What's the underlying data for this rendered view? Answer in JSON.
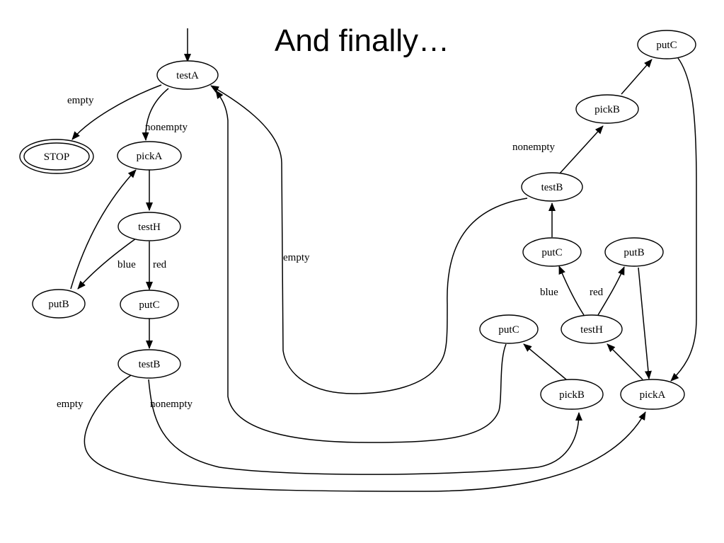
{
  "slide": {
    "title": "And finally…"
  },
  "diagram": {
    "nodes": [
      {
        "id": "testA_L",
        "label": "testA"
      },
      {
        "id": "stop",
        "label": "STOP",
        "shape": "doublecircle"
      },
      {
        "id": "pickA_L",
        "label": "pickA"
      },
      {
        "id": "testH_L",
        "label": "testH"
      },
      {
        "id": "putB_L",
        "label": "putB"
      },
      {
        "id": "putC_L",
        "label": "putC"
      },
      {
        "id": "testB_L",
        "label": "testB"
      },
      {
        "id": "putC_RT",
        "label": "putC"
      },
      {
        "id": "pickB_RT",
        "label": "pickB"
      },
      {
        "id": "testB_R",
        "label": "testB"
      },
      {
        "id": "putC_RM",
        "label": "putC"
      },
      {
        "id": "putB_R",
        "label": "putB"
      },
      {
        "id": "testH_R",
        "label": "testH"
      },
      {
        "id": "putC_RL",
        "label": "putC"
      },
      {
        "id": "pickB_RL",
        "label": "pickB"
      },
      {
        "id": "pickA_R",
        "label": "pickA"
      }
    ],
    "edges": [
      {
        "from": "start",
        "to": "testA_L",
        "label": ""
      },
      {
        "from": "testA_L",
        "to": "stop",
        "label": "empty"
      },
      {
        "from": "testA_L",
        "to": "pickA_L",
        "label": "nonempty"
      },
      {
        "from": "pickA_L",
        "to": "testH_L",
        "label": ""
      },
      {
        "from": "testH_L",
        "to": "putB_L",
        "label": "blue"
      },
      {
        "from": "testH_L",
        "to": "putC_L",
        "label": "red"
      },
      {
        "from": "putB_L",
        "to": "pickA_L",
        "label": ""
      },
      {
        "from": "putC_L",
        "to": "testB_L",
        "label": ""
      },
      {
        "from": "testB_L",
        "to": "pickA_R",
        "label": "empty"
      },
      {
        "from": "testB_L",
        "to": "pickB_RL",
        "label": "nonempty"
      },
      {
        "from": "testB_R",
        "to": "testA_L",
        "label": "empty"
      },
      {
        "from": "putC_RL",
        "to": "testA_L",
        "label": ""
      },
      {
        "from": "testB_R",
        "to": "pickB_RT",
        "label": "nonempty"
      },
      {
        "from": "pickB_RT",
        "to": "putC_RT",
        "label": ""
      },
      {
        "from": "putC_RT",
        "to": "pickA_R",
        "label": ""
      },
      {
        "from": "putC_RM",
        "to": "testB_R",
        "label": ""
      },
      {
        "from": "testH_R",
        "to": "putC_RM",
        "label": "blue"
      },
      {
        "from": "testH_R",
        "to": "putB_R",
        "label": "red"
      },
      {
        "from": "putB_R",
        "to": "pickA_R",
        "label": ""
      },
      {
        "from": "pickA_R",
        "to": "testH_R",
        "label": ""
      },
      {
        "from": "pickB_RL",
        "to": "putC_RL",
        "label": ""
      }
    ]
  }
}
